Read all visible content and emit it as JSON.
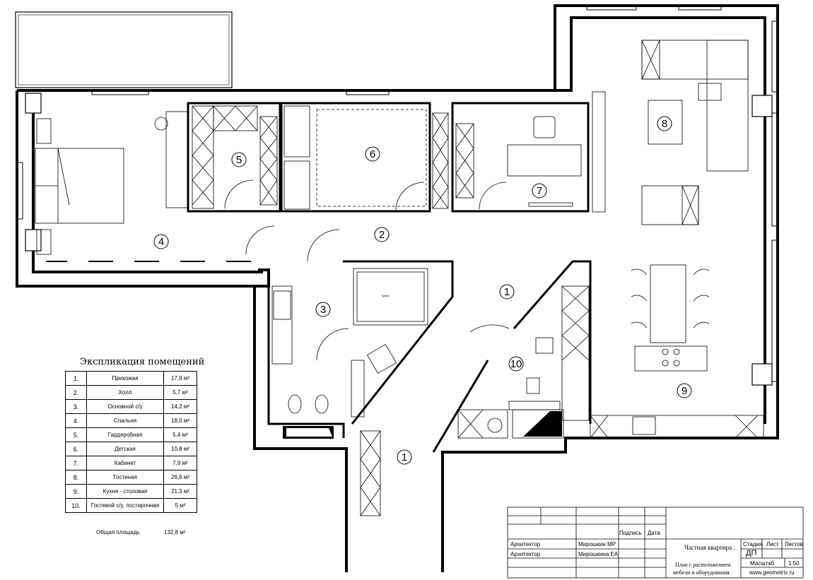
{
  "rooms": [
    {
      "id": "4",
      "label": "4"
    },
    {
      "id": "5",
      "label": "5"
    },
    {
      "id": "6",
      "label": "6"
    },
    {
      "id": "7",
      "label": "7"
    },
    {
      "id": "8",
      "label": "8"
    },
    {
      "id": "2",
      "label": "2"
    },
    {
      "id": "3",
      "label": "3"
    },
    {
      "id": "1a",
      "label": "1"
    },
    {
      "id": "1b",
      "label": "1"
    },
    {
      "id": "10",
      "label": "10"
    },
    {
      "id": "9",
      "label": "9"
    }
  ],
  "tub_text": "Тумба",
  "legend": {
    "title": "Экспликация помещений",
    "rows": [
      {
        "num": "1.",
        "name": "Прихожая",
        "area": "17,9 м²"
      },
      {
        "num": "2.",
        "name": "Холл",
        "area": "5,7 м²"
      },
      {
        "num": "3.",
        "name": "Основной с/у",
        "area": "14,2 м²"
      },
      {
        "num": "4.",
        "name": "Спальня",
        "area": "18,0 м²"
      },
      {
        "num": "5.",
        "name": "Гардеробная",
        "area": "5,4 м²"
      },
      {
        "num": "6.",
        "name": "Детская",
        "area": "10,8 м²"
      },
      {
        "num": "7.",
        "name": "Кабинет",
        "area": "7,9 м²"
      },
      {
        "num": "8.",
        "name": "Гостиная",
        "area": "26,6 м²"
      },
      {
        "num": "9.",
        "name": "Кухня - столовая",
        "area": "21,3 м²"
      },
      {
        "num": "10.",
        "name": "Гостевой с/у, постирочная",
        "area": "5 м²"
      }
    ],
    "total_label": "Общая площадь",
    "total_value": "132,8 м²"
  },
  "stamp": {
    "signature_label": "Подпись",
    "date_label": "Дата",
    "role1": "Архитектор",
    "name1": "Мирошкин МР",
    "role2": "Архитектор",
    "name2": "Мирошкина ЕА",
    "project": "Частная квартира .",
    "sheet_title_1": "План с расположением",
    "sheet_title_2": "мебели и оборудования",
    "stage_label": "Стадия",
    "sheet_label": "Лист",
    "sheets_label": "Листов",
    "stage_value": "ДП",
    "scale_label": "Масштаб",
    "scale_value": "1:50",
    "site": "www.geometrix.ru"
  }
}
